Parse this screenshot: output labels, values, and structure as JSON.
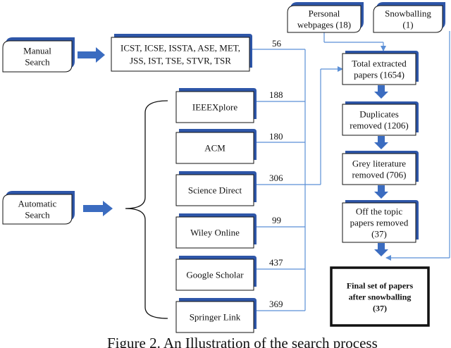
{
  "colors": {
    "shadow": "#2e56a8",
    "line": "#5b8fd6",
    "arrow": "#3b6cc0",
    "stroke": "#111111",
    "fill": "#ffffff"
  },
  "sources": {
    "manual": [
      "Manual",
      "Search"
    ],
    "automatic": [
      "Automatic",
      "Search"
    ]
  },
  "venues": {
    "manual": [
      "ICST, ICSE, ISSTA, ASE, MET,",
      "JSS, IST, TSE, STVR, TSR"
    ],
    "ieee": "IEEEXplore",
    "acm": "ACM",
    "science_direct": "Science Direct",
    "wiley": "Wiley Online",
    "google_scholar": "Google Scholar",
    "springer": "Springer Link"
  },
  "counts": {
    "manual": "56",
    "ieee": "188",
    "acm": "180",
    "science_direct": "306",
    "wiley": "99",
    "google_scholar": "437",
    "springer": "369"
  },
  "extra": {
    "personal": [
      "Personal",
      "webpages (18)"
    ],
    "snowballing": [
      "Snowballing",
      "(1)"
    ]
  },
  "process": {
    "total": [
      "Total extracted",
      "papers (1654)"
    ],
    "duplicates": [
      "Duplicates",
      "removed (1206)"
    ],
    "grey": [
      "Grey literature",
      "removed (706)"
    ],
    "topic": [
      "Off the topic",
      "papers removed",
      "(37)"
    ],
    "final": [
      "Final set of papers",
      "after snowballing",
      "(37)"
    ]
  },
  "caption": "Figure 2. An Illustration of the search process"
}
